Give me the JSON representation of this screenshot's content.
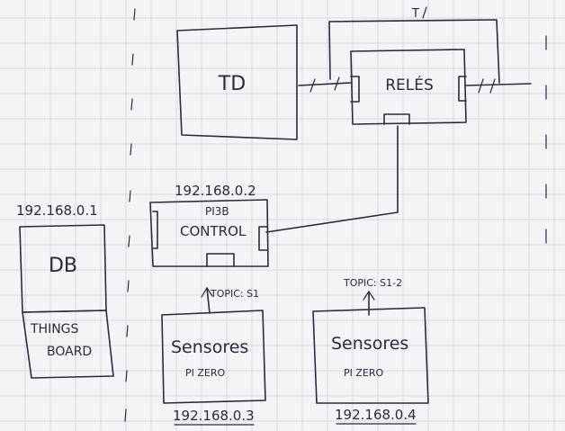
{
  "labels": {
    "td": "TD",
    "reles": "RELÉS",
    "t": "T",
    "pi3b_ip": "192.168.0.2",
    "pi3b_model": "PI3B",
    "pi3b_role": "CONTROL",
    "db_ip": "192.168.0.1",
    "db": "DB",
    "things_line1": "THINGS",
    "things_line2": "BOARD",
    "topic_s1": "TOPIC: S1",
    "topic_s2": "TOPIC: S1-2",
    "s1_title": "Sensores",
    "s1_board": "PI ZERO",
    "s1_ip": "192.168.0.3",
    "s2_title": "Sensores",
    "s2_board": "PI ZERO",
    "s2_ip": "192.168.0.4"
  }
}
